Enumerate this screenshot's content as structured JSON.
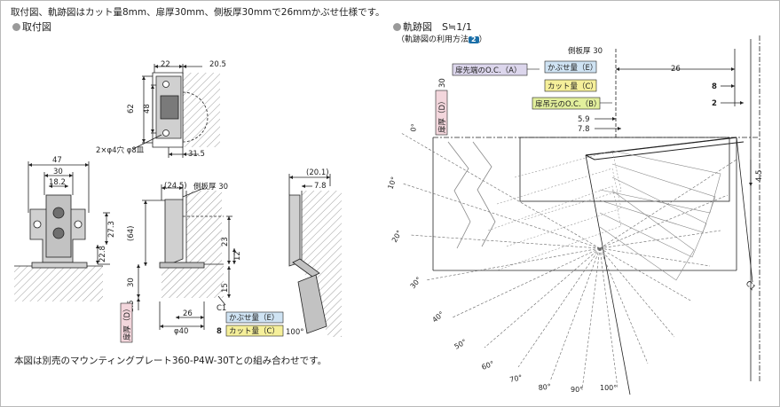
{
  "header": {
    "note": "取付図、軌跡図はカット量8mm、扉厚30mm、側板厚30mmで26mmかぶせ仕様です。",
    "mount_title": "取付図",
    "trajectory_title": "軌跡図　S≒1/1",
    "trajectory_usage": "（軌跡図の利用方法",
    "trajectory_usage_badge": "2",
    "trajectory_usage_close": "）"
  },
  "footer": {
    "note": "本図は別売のマウンティングプレート360-P4W-30Tとの組み合わせです。"
  },
  "mount_view_top": {
    "dims": {
      "d22": "22",
      "d20_5": "20.5",
      "d62": "62",
      "d48": "48",
      "d31_5": "31.5"
    },
    "hole_note": "2×φ4穴 φ8皿"
  },
  "mount_view_front": {
    "dims": {
      "d47": "47",
      "d30": "30",
      "d18_2": "18.2",
      "d27_3": "27.3",
      "d22_8": "22.8"
    }
  },
  "mount_view_side": {
    "dims": {
      "d24_5": "(24.5)",
      "d64": "(64)",
      "d23": "23",
      "d12": "12",
      "d15": "15",
      "d30": "30",
      "d3_5": "3.5",
      "d26": "26",
      "d40": "φ40",
      "d8": "8"
    },
    "side_panel_label": "側板厚 30",
    "door_label": "扉厚（D）",
    "c1": "C1",
    "overlay_label": "かぶせ量（E）",
    "cut_label": "カット量（C）",
    "open_dims": {
      "d20_1": "(20.1)",
      "d7_8": "7.8",
      "d100": "100°"
    }
  },
  "trajectory": {
    "side_panel_label": "側板厚 30",
    "door_tip_label": "扉先端のO.C.（A）",
    "overlay_label": "かぶせ量（E）",
    "cut_label": "カット量（C）",
    "door_hinge_label": "扉吊元のO.C.（B）",
    "door_label": "扉厚（D）",
    "door_value": "30",
    "dims": {
      "d26": "26",
      "d8": "8",
      "d2": "2",
      "d5_9": "5.9",
      "d7_8": "7.8",
      "d4_5": "4.5"
    },
    "c1": "C1",
    "angles": [
      "0°",
      "10°",
      "20°",
      "30°",
      "40°",
      "50°",
      "60°",
      "70°",
      "80°",
      "90°",
      "100°"
    ]
  },
  "colors": {
    "frame": "#b9b9b9",
    "tag_blue": "#cfe3f3",
    "tag_yellow": "#f5ef9a",
    "tag_purple": "#dcd6ec",
    "tag_pink": "#f3d6dc",
    "tag_green": "#e2ef9c",
    "hatch": "#9a9a9a",
    "badge": "#1b6fa8"
  }
}
